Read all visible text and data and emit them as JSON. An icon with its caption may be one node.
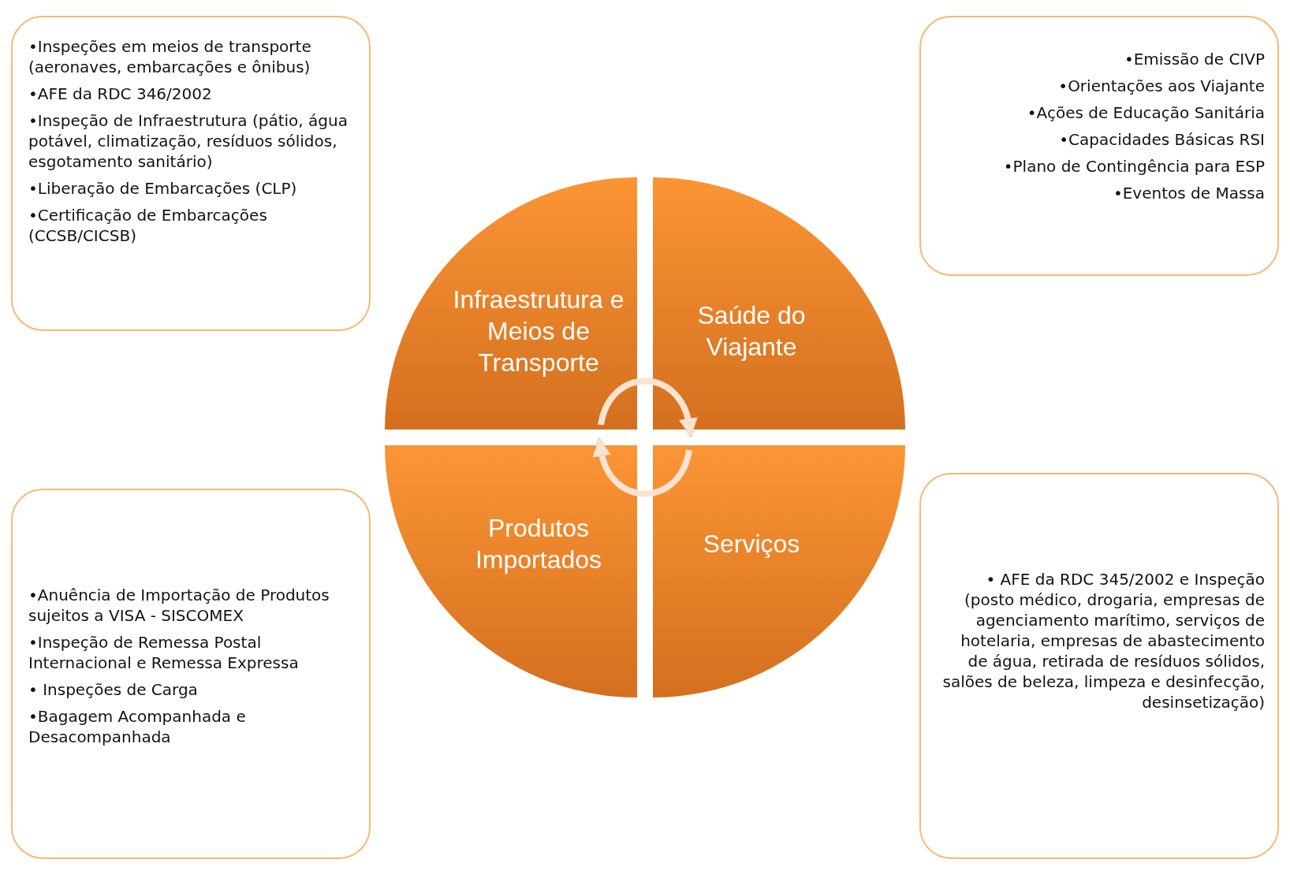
{
  "diagram": {
    "nodes": [
      {
        "text": [
          "•Inspeções em meios de transporte (aeronaves, embarcações e ônibus)",
          "•AFE da RDC 346/2002",
          "•Inspeção de Infraestrutura (pátio, água potável, climatização, resíduos sólidos, esgotamento sanitário)",
          "•Liberação de Embarcações (CLP)",
          "•Certificação de Embarcações (CCSB/CICSB)"
        ]
      },
      {
        "text": [
          "•Emissão de CIVP",
          "•Orientações aos Viajante",
          "•Ações de Educação Sanitária",
          "•Capacidades Básicas RSI",
          "•Plano de Contingência para ESP",
          "•Eventos de Massa"
        ]
      },
      {
        "text": [
          "Infraestrutura e Meios de Transporte"
        ]
      },
      {
        "text": [
          "Saúde do Viajante"
        ]
      },
      {
        "text": [
          "Produtos Importados"
        ]
      },
      {
        "text": [
          "Serviços"
        ]
      },
      {
        "text": [
          "•Anuência de Importação de Produtos sujeitos a VISA - SISCOMEX",
          "•Inspeção de Remessa Postal Internacional e Remessa Expressa",
          "• Inspeções de Carga",
          "•Bagagem Acompanhada e Desacompanhada"
        ]
      },
      {
        "text": [
          "• AFE da RDC 345/2002 e Inspeção (posto médico, drogaria, empresas de agenciamento marítimo, serviços de hotelaria, empresas de abastecimento de água, retirada de resíduos sólidos, salões de beleza, limpeza e desinfecção, desinsetização)"
        ]
      }
    ],
    "edges": [
      {
        "from": 2,
        "to": 3,
        "arrow": "to"
      },
      {
        "from": 5,
        "to": 4,
        "arrow": "to"
      }
    ]
  }
}
